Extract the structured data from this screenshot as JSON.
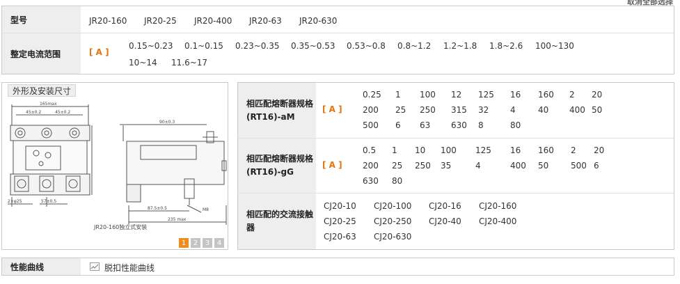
{
  "top_link": "取消全部选择",
  "model": {
    "label": "型号",
    "values": [
      "JR20-160",
      "JR20-25",
      "JR20-400",
      "JR20-63",
      "JR20-630"
    ]
  },
  "current_range": {
    "label": "整定电流范围",
    "unit": "[ A ]",
    "row1": [
      "0.15~0.23",
      "0.1~0.15",
      "0.23~0.35",
      "0.35~0.53",
      "0.53~0.8",
      "0.8~1.2",
      "1.2~1.8",
      "1.8~2.6",
      "100~130"
    ],
    "row2": [
      "10~14",
      "11.6~17"
    ]
  },
  "dimensions_panel": {
    "title": "外形及安装尺寸",
    "caption": "JR20-160独立式安装",
    "drawing_labels": [
      "165max",
      "45±0.2",
      "45±0.2",
      "90±0.3",
      "87.5±0.5",
      "235 max",
      "M8",
      "57±0.5",
      "2×φ25"
    ],
    "pages": [
      "1",
      "2",
      "3",
      "4"
    ],
    "active_page": "1"
  },
  "fuse_am": {
    "label": "相匹配熔断器规格(RT16)-aM",
    "unit": "[ A ]",
    "rows": [
      [
        "0.25",
        "1",
        "100",
        "12",
        "125",
        "16",
        "160",
        "2",
        "20"
      ],
      [
        "200",
        "25",
        "250",
        "315",
        "32",
        "4",
        "40",
        "400",
        "50"
      ],
      [
        "500",
        "6",
        "63",
        "630",
        "8",
        "80"
      ]
    ]
  },
  "fuse_gg": {
    "label": "相匹配熔断器规格(RT16)-gG",
    "unit": "[ A ]",
    "rows": [
      [
        "0.5",
        "1",
        "10",
        "100",
        "125",
        "16",
        "160",
        "2",
        "20"
      ],
      [
        "200",
        "25",
        "250",
        "35",
        "4",
        "400",
        "50",
        "500",
        "6"
      ],
      [
        "630",
        "80"
      ]
    ]
  },
  "contactor": {
    "label": "相匹配的交流接触器",
    "rows": [
      [
        "CJ20-10",
        "CJ20-100",
        "CJ20-16",
        "CJ20-160"
      ],
      [
        "CJ20-25",
        "CJ20-250",
        "CJ20-40",
        "CJ20-400"
      ],
      [
        "CJ20-63",
        "CJ20-630"
      ]
    ]
  },
  "performance": {
    "label": "性能曲线",
    "link": "脱扣性能曲线"
  }
}
